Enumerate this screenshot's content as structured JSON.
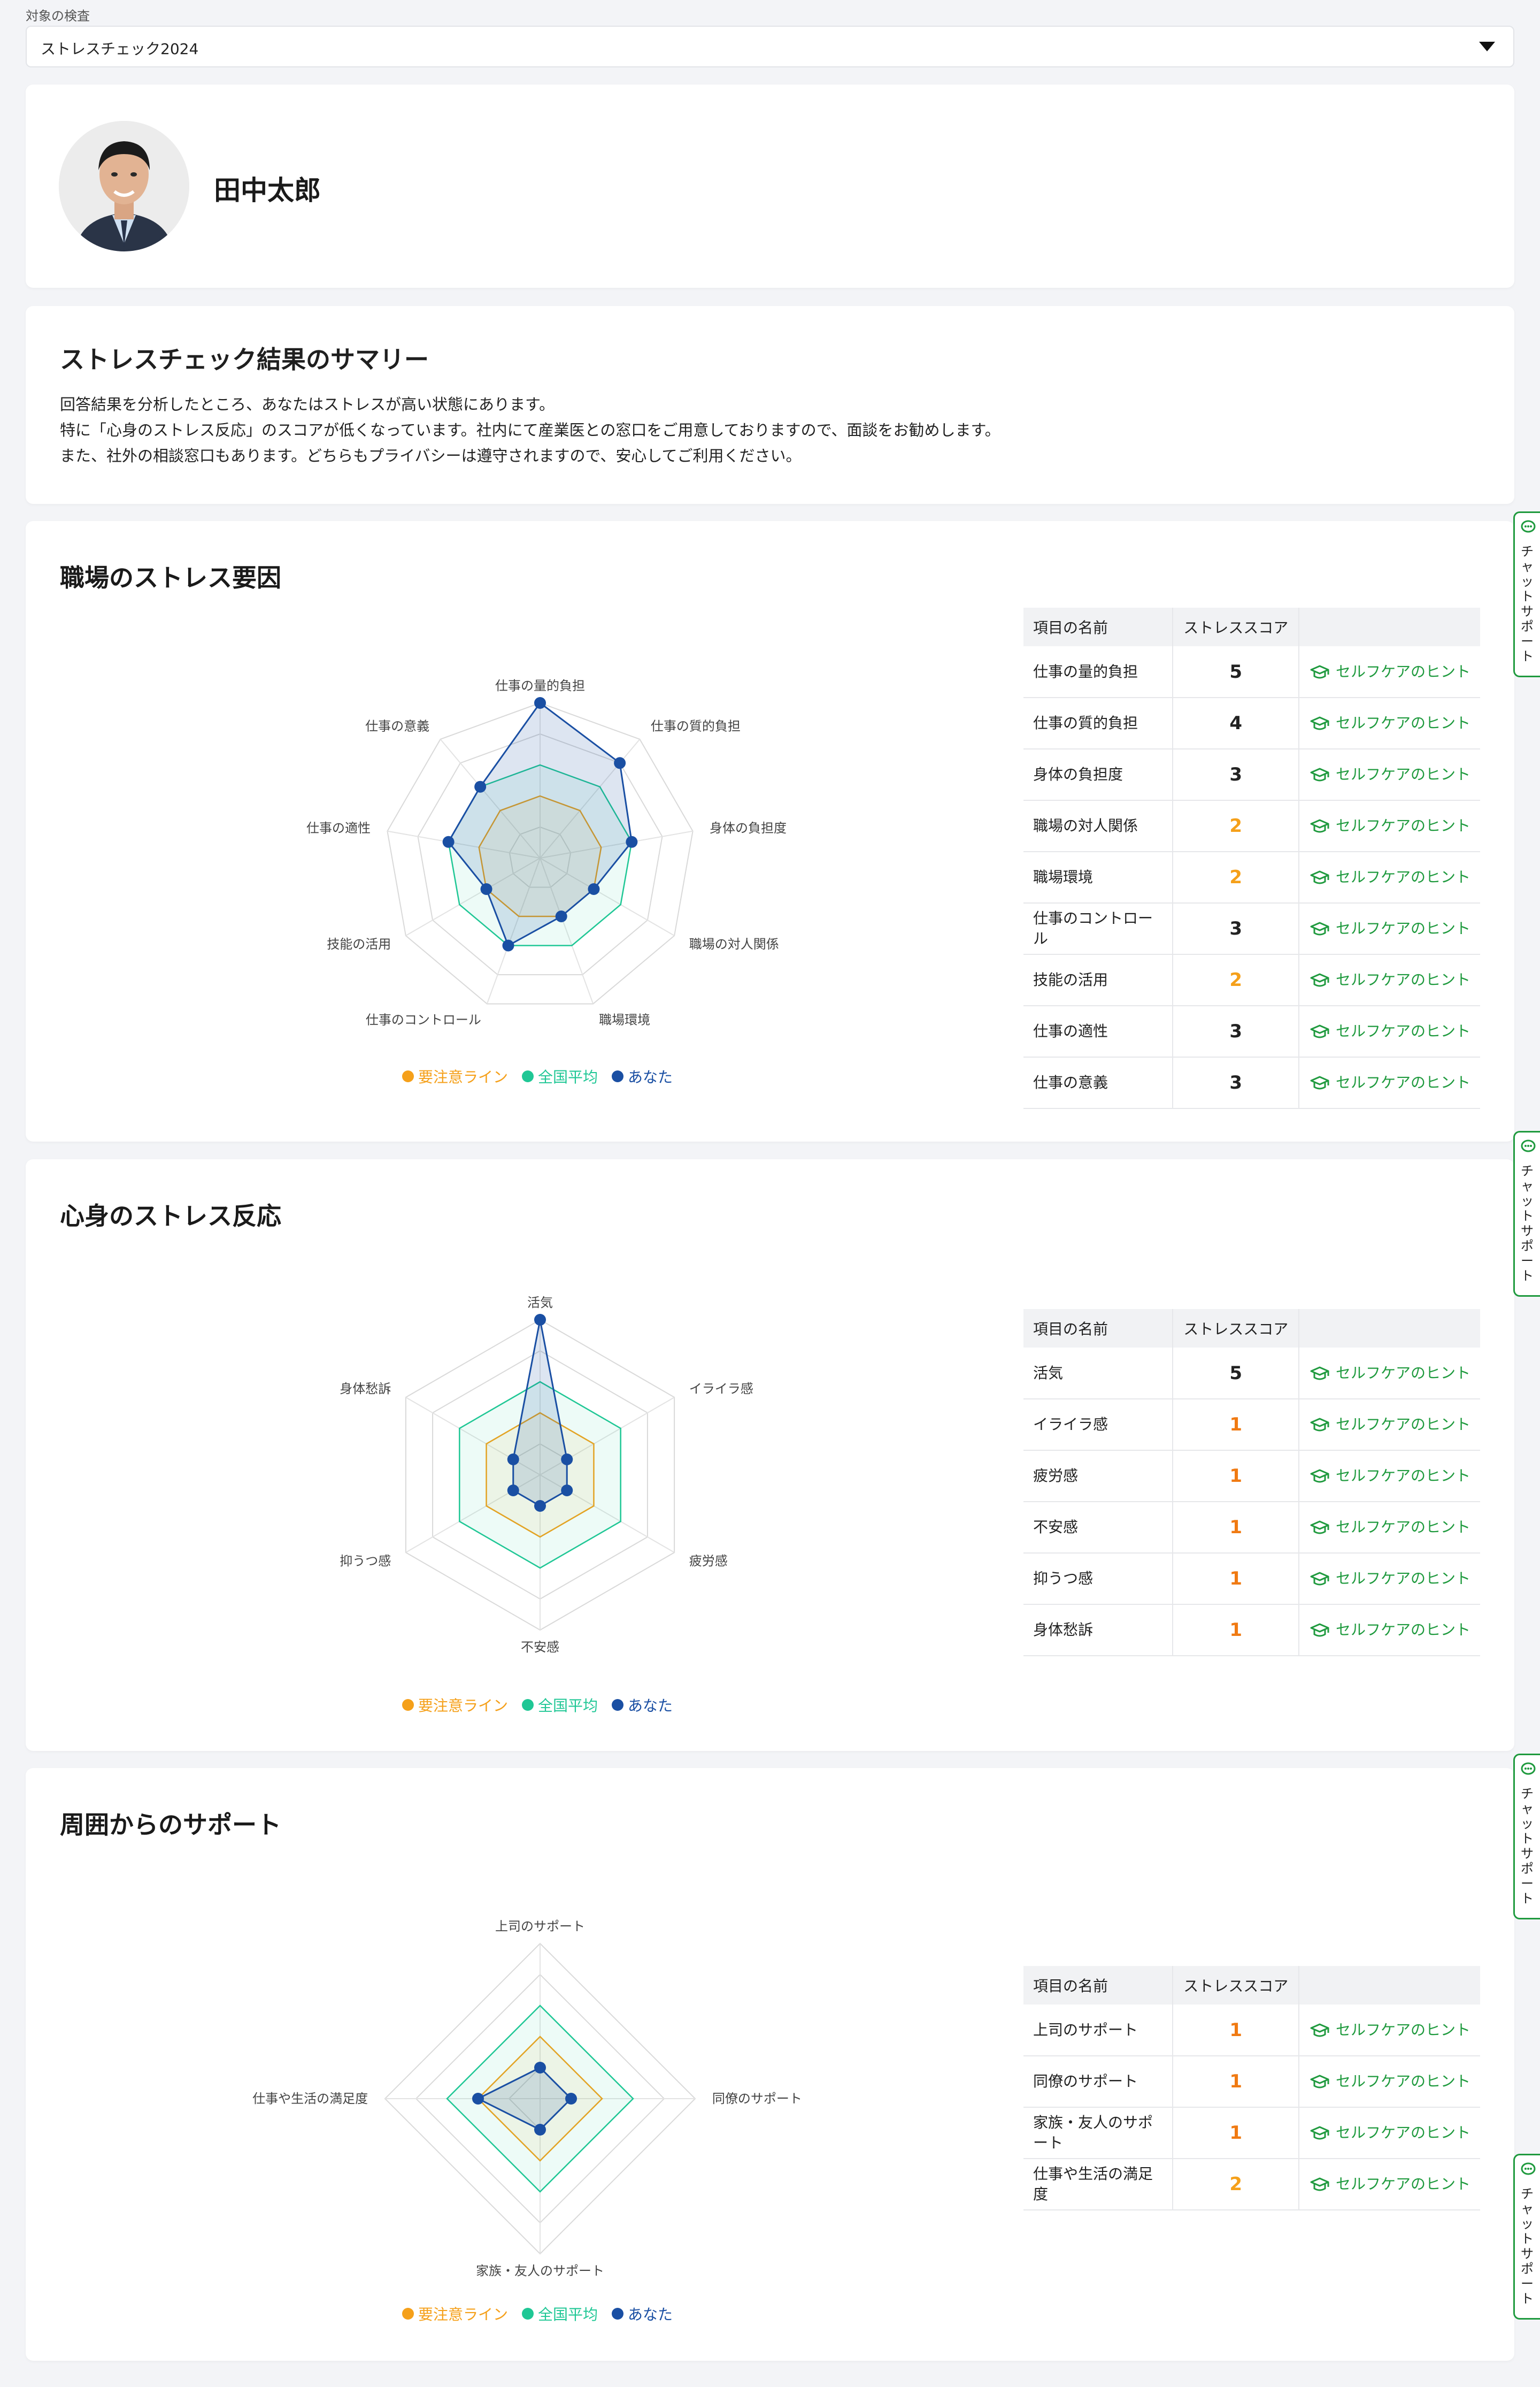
{
  "target_exam": {
    "label": "対象の検査",
    "selected": "ストレスチェック2024"
  },
  "profile": {
    "name": "田中太郎"
  },
  "summary": {
    "title": "ストレスチェック結果のサマリー",
    "lines": [
      "回答結果を分析したところ、あなたはストレスが高い状態にあります。",
      "特に「心身のストレス反応」のスコアが低くなっています。社内にて産業医との窓口をご用意しておりますので、面談をお勧めします。",
      "また、社外の相談窓口もあります。どちらもプライバシーは遵守されますので、安心してご利用ください。"
    ]
  },
  "table_headers": {
    "name": "項目の名前",
    "score": "ストレススコア",
    "hint_label": "セルフケアのヒント"
  },
  "legend": {
    "caution": "要注意ライン",
    "average": "全国平均",
    "you": "あなた"
  },
  "colors": {
    "caution": "#f5a01a",
    "average": "#1fc795",
    "you": "#1a4fa3",
    "score_mid": "#f5a01a",
    "score_low": "#f07a12",
    "hint": "#1f9a3e"
  },
  "chat_support": {
    "label": "チャットサポート"
  },
  "sections": [
    {
      "title": "職場のストレス要因",
      "chart_data": {
        "type": "radar",
        "axes": [
          "仕事の量的負担",
          "仕事の質的負担",
          "身体の負担度",
          "職場の対人関係",
          "職場環境",
          "仕事のコントロール",
          "技能の活用",
          "仕事の適性",
          "仕事の意義"
        ],
        "scale_max": 5,
        "series": [
          {
            "name": "要注意ライン",
            "values": [
              2,
              2,
              2,
              2,
              2,
              2,
              2,
              2,
              2
            ]
          },
          {
            "name": "全国平均",
            "values": [
              3,
              3,
              3,
              3,
              3,
              3,
              3,
              3,
              3
            ]
          },
          {
            "name": "あなた",
            "values": [
              5,
              4,
              3,
              2,
              2,
              3,
              2,
              3,
              3
            ]
          }
        ]
      },
      "rows": [
        {
          "name": "仕事の量的負担",
          "score": "5"
        },
        {
          "name": "仕事の質的負担",
          "score": "4"
        },
        {
          "name": "身体の負担度",
          "score": "3"
        },
        {
          "name": "職場の対人関係",
          "score": "2"
        },
        {
          "name": "職場環境",
          "score": "2"
        },
        {
          "name": "仕事のコントロール",
          "score": "3"
        },
        {
          "name": "技能の活用",
          "score": "2"
        },
        {
          "name": "仕事の適性",
          "score": "3"
        },
        {
          "name": "仕事の意義",
          "score": "3"
        }
      ]
    },
    {
      "title": "心身のストレス反応",
      "chart_data": {
        "type": "radar",
        "axes": [
          "活気",
          "イライラ感",
          "疲労感",
          "不安感",
          "抑うつ感",
          "身体愁訴"
        ],
        "scale_max": 5,
        "series": [
          {
            "name": "要注意ライン",
            "values": [
              2,
              2,
              2,
              2,
              2,
              2
            ]
          },
          {
            "name": "全国平均",
            "values": [
              3,
              3,
              3,
              3,
              3,
              3
            ]
          },
          {
            "name": "あなた",
            "values": [
              5,
              1,
              1,
              1,
              1,
              1
            ]
          }
        ]
      },
      "rows": [
        {
          "name": "活気",
          "score": "5"
        },
        {
          "name": "イライラ感",
          "score": "1"
        },
        {
          "name": "疲労感",
          "score": "1"
        },
        {
          "name": "不安感",
          "score": "1"
        },
        {
          "name": "抑うつ感",
          "score": "1"
        },
        {
          "name": "身体愁訴",
          "score": "1"
        }
      ]
    },
    {
      "title": "周囲からのサポート",
      "chart_data": {
        "type": "radar",
        "axes": [
          "上司のサポート",
          "同僚のサポート",
          "家族・友人のサポート",
          "仕事や生活の満足度"
        ],
        "scale_max": 5,
        "series": [
          {
            "name": "要注意ライン",
            "values": [
              2,
              2,
              2,
              2
            ]
          },
          {
            "name": "全国平均",
            "values": [
              3,
              3,
              3,
              3
            ]
          },
          {
            "name": "あなた",
            "values": [
              1,
              1,
              1,
              2
            ]
          }
        ]
      },
      "rows": [
        {
          "name": "上司のサポート",
          "score": "1"
        },
        {
          "name": "同僚のサポート",
          "score": "1"
        },
        {
          "name": "家族・友人のサポート",
          "score": "1"
        },
        {
          "name": "仕事や生活の満足度",
          "score": "2"
        }
      ]
    }
  ]
}
